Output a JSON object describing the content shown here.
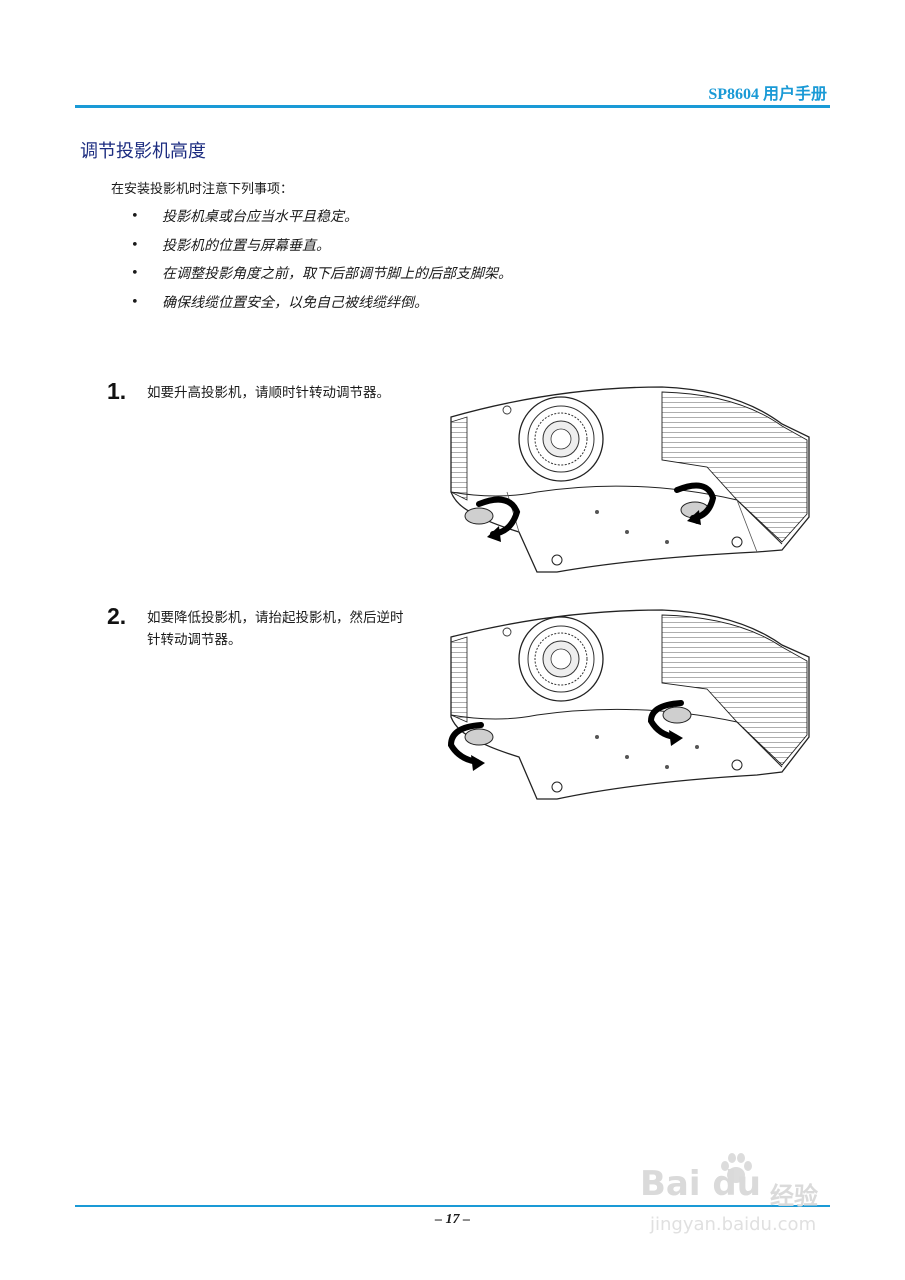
{
  "header": {
    "title": "SP8604 用户手册"
  },
  "section": {
    "title": "调节投影机高度",
    "intro": "在安装投影机时注意下列事项：",
    "bullet": "•",
    "notes": [
      "投影机桌或台应当水平且稳定。",
      "投影机的位置与屏幕垂直。",
      "在调整投影角度之前，取下后部调节脚上的后部支脚架。",
      "确保线缆位置安全，以免自己被线缆绊倒。"
    ]
  },
  "steps": [
    {
      "number": "1.",
      "text": "如要升高投影机，请顺时针转动调节器。"
    },
    {
      "number": "2.",
      "text": "如要降低投影机，请抬起投影机，然后逆时针转动调节器。"
    }
  ],
  "footer": {
    "page_number": "– 17 –"
  },
  "watermark": {
    "brand": "Bai du",
    "tag": "经验",
    "url": "jingyan.baidu.com"
  },
  "colors": {
    "accent": "#1a9ad6",
    "title": "#1c2c80"
  },
  "icons": [
    "clockwise-arrow-icon",
    "counterclockwise-arrow-icon",
    "baidu-paw-icon"
  ]
}
